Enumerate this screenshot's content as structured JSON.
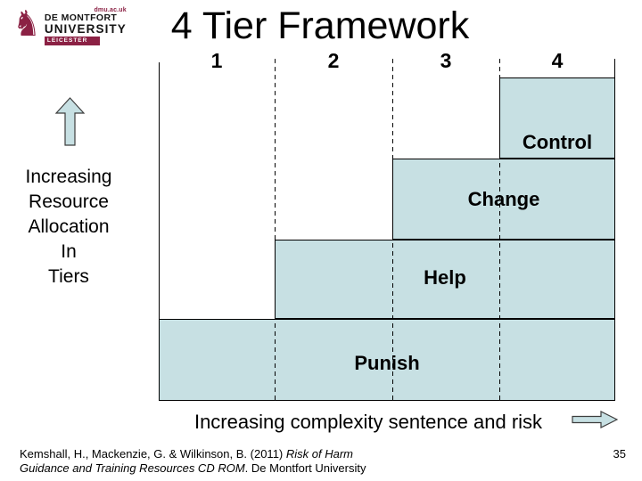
{
  "logo": {
    "url_text": "dmu.ac.uk",
    "line1": "DE MONTFORT",
    "line2": "UNIVERSITY",
    "line3": "LEICESTER",
    "brand_color": "#8b2144"
  },
  "title": "4 Tier Framework",
  "diagram": {
    "fill_color": "#c7e0e3",
    "line_color": "#000000",
    "tier_numbers": [
      "1",
      "2",
      "3",
      "4"
    ],
    "tiers": [
      {
        "number": "1",
        "label": "Punish",
        "spans_columns": "1-4"
      },
      {
        "number": "2",
        "label": "Help",
        "spans_columns": "2-4"
      },
      {
        "number": "3",
        "label": "Change",
        "spans_columns": "3-4"
      },
      {
        "number": "4",
        "label": "Control",
        "spans_columns": "4"
      }
    ],
    "labels": {
      "punish": "Punish",
      "help": "Help",
      "change": "Change",
      "control": "Control"
    }
  },
  "left_axis": {
    "lines": [
      "Increasing",
      "Resource",
      "Allocation",
      "In",
      "Tiers"
    ]
  },
  "bottom_axis": {
    "label": "Increasing complexity sentence and risk"
  },
  "footer": {
    "citation_regular_1": "Kemshall, H., Mackenzie, G. & Wilkinson, B. (2011) ",
    "citation_italic_1": "Risk of Harm",
    "citation_italic_2": "Guidance and Training Resources CD ROM",
    "citation_regular_2": ". De Montfort University",
    "page_number": "35"
  }
}
